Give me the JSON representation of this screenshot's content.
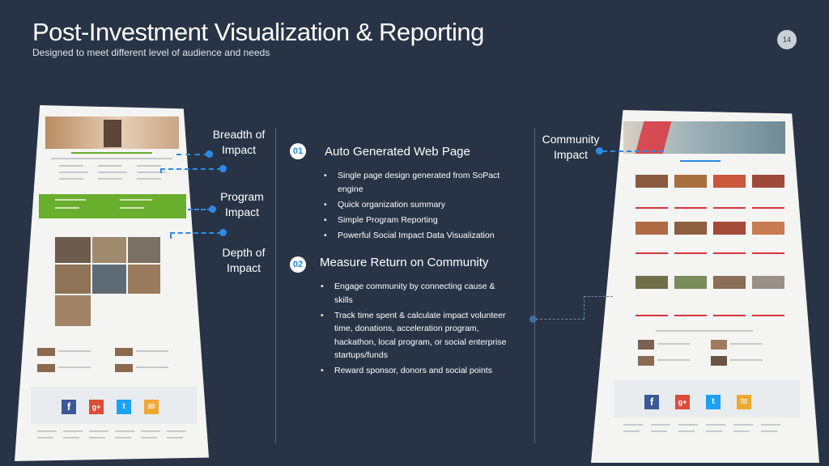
{
  "header": {
    "title": "Post-Investment Visualization & Reporting",
    "subtitle": "Designed to meet different level of audience and needs",
    "page_number": "14"
  },
  "labels": {
    "breadth": "Breadth of\nImpact",
    "program": "Program\nImpact",
    "depth": "Depth of\nImpact",
    "community": "Community\nImpact"
  },
  "sections": [
    {
      "number": "01",
      "heading": "Auto Generated Web Page",
      "bullets": [
        "Single page design generated from SoPact engine",
        "Quick organization summary",
        "Simple Program Reporting",
        "Powerful Social Impact Data Visualization"
      ]
    },
    {
      "number": "02",
      "heading": "Measure Return on Community",
      "bullets": [
        "Engage community by connecting cause & skills",
        "Track time spent & calculate impact volunteer time, donations, acceleration program, hackathon, local program,  or social enterprise startups/funds",
        "Reward sponsor, donors and social points"
      ]
    }
  ],
  "colors": {
    "background": "#283446",
    "accent": "#2d8ae6",
    "green": "#6aae2d",
    "red": "#d9363e",
    "facebook": "#3b5998",
    "googleplus": "#dd4b39",
    "twitter": "#1da1f2",
    "email": "#f0a830"
  },
  "icons": [
    "facebook-icon",
    "google-plus-icon",
    "twitter-icon",
    "email-icon"
  ],
  "social_glyphs": {
    "facebook": "f",
    "googleplus": "g+",
    "twitter": "t",
    "email": "✉"
  }
}
